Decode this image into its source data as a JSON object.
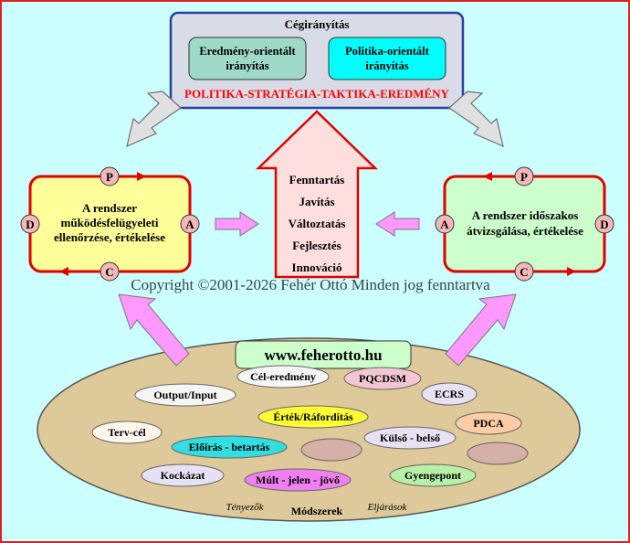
{
  "header": {
    "title": "Cégirányítás",
    "left_box": [
      "Eredmény-orientált",
      "irányítás"
    ],
    "right_box": [
      "Politika-orientált",
      "irányítás"
    ],
    "strategy": "POLITIKA-STRATÉGIA-TAKTIKA-EREDMÉNY"
  },
  "left_cycle": {
    "text": [
      "A rendszer",
      "működésfelügyeleti",
      "ellenőrzése, értékelése"
    ],
    "p": "P",
    "d": "D",
    "c": "C",
    "a": "A"
  },
  "right_cycle": {
    "text": [
      "A rendszer időszakos",
      "átvizsgálása, értékelése"
    ],
    "p": "P",
    "d": "D",
    "c": "C",
    "a": "A"
  },
  "center_arrow": {
    "items": [
      "Fenntartás",
      "Javítás",
      "Változtatás",
      "Fejlesztés",
      "Innováció"
    ]
  },
  "copyright": "Copyright ©2001-2026 Fehér Ottó Minden jog fenntartva",
  "website": "www.feherotto.hu",
  "ellipse_items": {
    "cel_eredmeny": "Cél-eredmény",
    "pqcdsm": "PQCDSM",
    "output_input": "Output/Input",
    "ecrs": "ECRS",
    "ertek": "Érték/Ráfordítás",
    "pdca": "PDCA",
    "terv_cel": "Terv-cél",
    "kulso_belso": "Külső - belső",
    "eloiras": "Előírás - betartás",
    "kockazat": "Kockázat",
    "mult": "Múlt - jelen - jövő",
    "gyengepont": "Gyengepont"
  },
  "footer": {
    "tenyezok": "Tényezők",
    "modszerek": "Módszerek",
    "eljarasok": "Eljárások"
  },
  "colors": {
    "frame": "#e02020",
    "background": "#ccffff",
    "header_fill": "#d9dbe6",
    "header_border": "#2a3da0",
    "left_cycle_fill": "#ffff99",
    "right_cycle_fill": "#ccffcc",
    "center_arrow_fill": "#ffdede",
    "pink_arrow": "#ff99ff",
    "big_ellipse": "#ddc99a",
    "strategy_text": "#ff0000"
  }
}
